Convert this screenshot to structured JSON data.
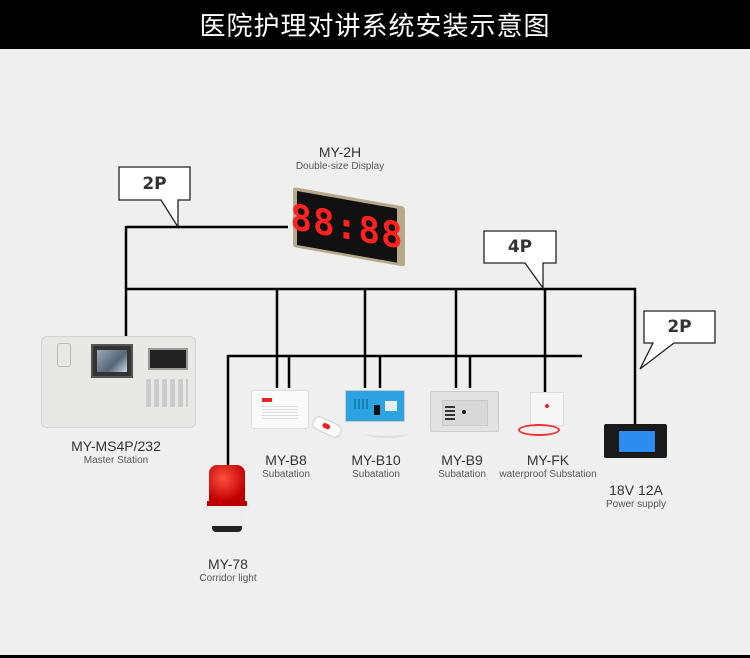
{
  "title": "医院护理对讲系统安装示意图",
  "wire_labels": {
    "top_left": "2P",
    "bus": "4P",
    "power": "2P"
  },
  "display": {
    "model": "MY-2H",
    "desc": "Double-size Display",
    "digits": "88:88"
  },
  "devices": [
    {
      "model": "MY-MS4P/232",
      "desc": "Master Station"
    },
    {
      "model": "MY-B8",
      "desc": "Subatation"
    },
    {
      "model": "MY-B10",
      "desc": "Subatation"
    },
    {
      "model": "MY-B9",
      "desc": "Subatation"
    },
    {
      "model": "MY-FK",
      "desc": "waterproof Substation"
    },
    {
      "model": "18V  12A",
      "desc": "Power supply"
    },
    {
      "model": "MY-78",
      "desc": "Corridor light"
    }
  ],
  "colors": {
    "wire": "#000000",
    "led": "#ff2020",
    "panel_blue": "#2aa3e0",
    "lcd": "#2c8cf0"
  }
}
